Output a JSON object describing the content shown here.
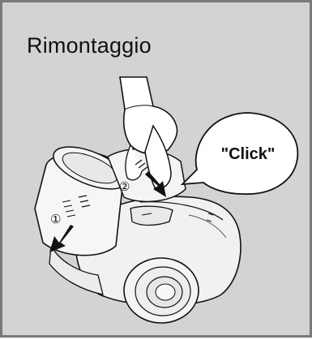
{
  "title": "Rimontaggio",
  "callout": "\"Click\"",
  "steps": [
    "①",
    "②"
  ],
  "colors": {
    "panel_bg": "#d3d3d3",
    "panel_border": "#7a7a7a",
    "ink": "#111111",
    "body": "#f2f2f2"
  }
}
